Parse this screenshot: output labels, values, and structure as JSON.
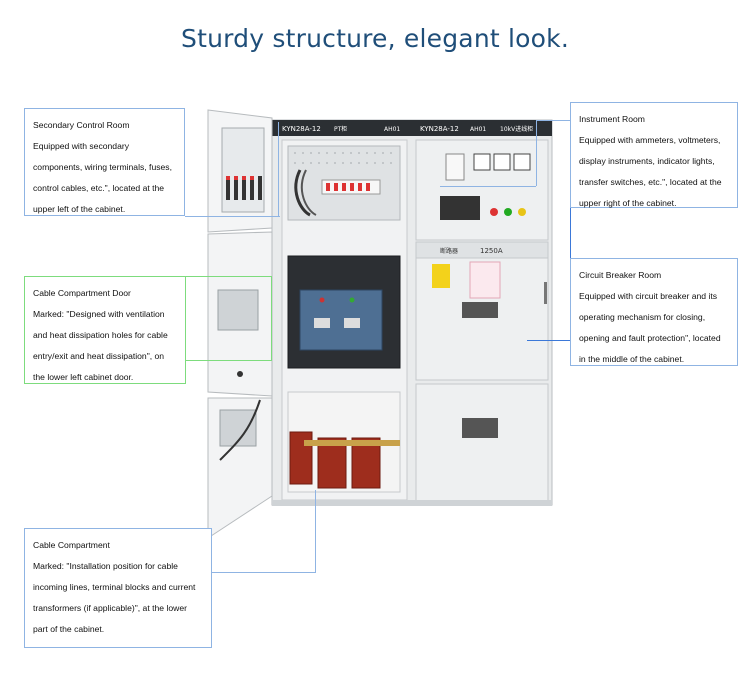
{
  "headline": "Sturdy structure, elegant look.",
  "cabinet": {
    "left_model": "KYN28A-12",
    "left_chinese_tag": "PT柜",
    "left_code": "AH01",
    "right_model": "KYN28A-12",
    "right_code": "AH01",
    "right_chinese_tag": "10kV进线柜",
    "mid_tag_1": "断路器",
    "mid_tag_2": "1250A"
  },
  "callouts": {
    "secondary": {
      "title": "Secondary Control Room",
      "body": "Equipped with secondary components, wiring terminals, fuses, control cables, etc.\", located at the upper left of the cabinet."
    },
    "instrument": {
      "title": "Instrument Room",
      "body": "Equipped with ammeters, voltmeters, display instruments, indicator lights, transfer switches, etc.\", located at the upper right of the cabinet."
    },
    "cable_door": {
      "title": "Cable Compartment Door",
      "body": "Marked: \"Designed with ventilation and heat dissipation holes for cable entry/exit and heat dissipation\", on the lower left cabinet door."
    },
    "breaker": {
      "title": "Circuit Breaker Room",
      "body": "Equipped with circuit breaker and its operating mechanism for closing, opening and fault protection\", located in the middle of the cabinet."
    },
    "cable_compartment": {
      "title": "Cable Compartment",
      "body": "Marked: \"Installation position for cable incoming lines, terminal blocks and current transformers (if applicable)\", at the lower part of the cabinet."
    }
  }
}
